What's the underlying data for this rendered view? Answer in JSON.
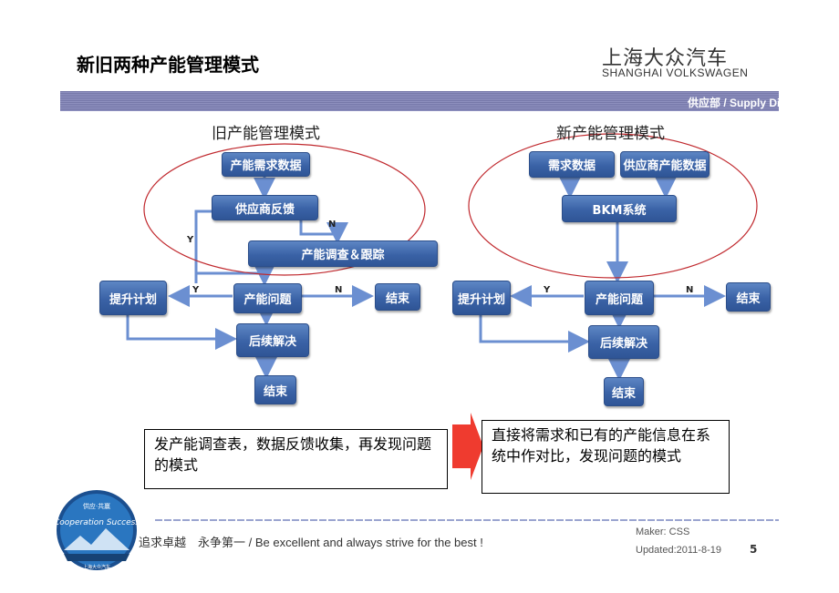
{
  "header": {
    "title": "新旧两种产能管理模式",
    "brand_cn": "上海大众汽车",
    "brand_en": "SHANGHAI VOLKSWAGEN",
    "division": "供应部 / Supply Division"
  },
  "old_model": {
    "title": "旧产能管理模式",
    "boxes": {
      "demand_data": "产能需求数据",
      "supplier_feedback": "供应商反馈",
      "capacity_survey": "产能调查＆跟踪",
      "capacity_issue": "产能问题",
      "improve_plan": "提升计划",
      "end_right": "结束",
      "follow_up": "后续解决",
      "end_bottom": "结束"
    },
    "labels": {
      "y_left": "Y",
      "n_survey": "N",
      "y_issue": "Y",
      "n_issue": "N"
    }
  },
  "new_model": {
    "title": "新产能管理模式",
    "boxes": {
      "demand_data": "需求数据",
      "supplier_capacity": "供应商产能数据",
      "bkm_system": "BKM系统",
      "capacity_issue": "产能问题",
      "improve_plan": "提升计划",
      "end_right": "结束",
      "follow_up": "后续解决",
      "end_bottom": "结束"
    },
    "labels": {
      "y_issue": "Y",
      "n_issue": "N"
    }
  },
  "callouts": {
    "old": "发产能调查表，数据反馈收集，再发现问题的模式",
    "new": "直接将需求和已有的产能信息在系统中作对比，发现问题的模式"
  },
  "footer": {
    "slogan": "追求卓越　永争第一 /  Be excellent and always strive for the best !",
    "maker": "Maker: CSS",
    "updated": "Updated:2011-8-19",
    "page": "5",
    "logo_text": "Cooperation Success",
    "logo_top": "供应·共赢",
    "logo_bottom": "上海大众汽车"
  },
  "colors": {
    "box_blue": "#3a62a6",
    "arrow_blue": "#6b8fd1",
    "ellipse_red": "#c0282d",
    "band": "#8284b6"
  }
}
